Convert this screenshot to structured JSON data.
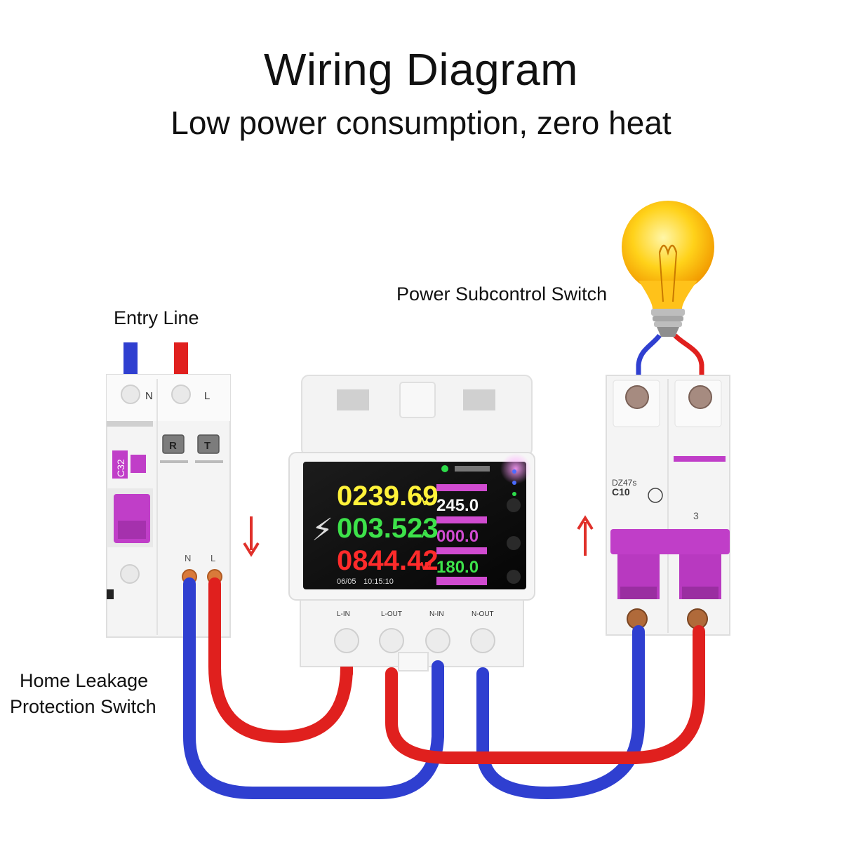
{
  "title": "Wiring Diagram",
  "subtitle": "Low power consumption, zero heat",
  "labels": {
    "entry_line": "Entry Line",
    "power_subcontrol": "Power Subcontrol Switch",
    "home_leakage_line1": "Home Leakage",
    "home_leakage_line2": "Protection Switch"
  },
  "left_breaker": {
    "terminal_n": "N",
    "terminal_l": "L",
    "bottom_n": "N",
    "bottom_l": "L",
    "rating": "C32",
    "btn_r": "R",
    "btn_t": "T"
  },
  "meter": {
    "voltage": "0239.69",
    "voltage_unit": "V",
    "current": "003.523",
    "current_unit": "A",
    "power": "0844.42",
    "power_unit": "W",
    "limit1": "245.0",
    "limit2": "000.0",
    "limit3": "180.0",
    "date": "06/05",
    "time": "10:15:10",
    "terminals": [
      "L-IN",
      "L-OUT",
      "N-IN",
      "N-OUT"
    ]
  },
  "right_breaker": {
    "model": "DZ47s",
    "rating": "C10",
    "marking": "3"
  },
  "colors": {
    "neutral_wire": "#2f3fd0",
    "live_wire": "#e0201e",
    "handle": "#c03ec8",
    "arrow": "#e0302a",
    "voltage_text": "#fff23a",
    "current_text": "#3de24a",
    "power_text": "#ff2b2b"
  },
  "icons": [
    "lightbulb-icon",
    "down-arrow-icon",
    "up-arrow-icon",
    "lightning-icon"
  ]
}
